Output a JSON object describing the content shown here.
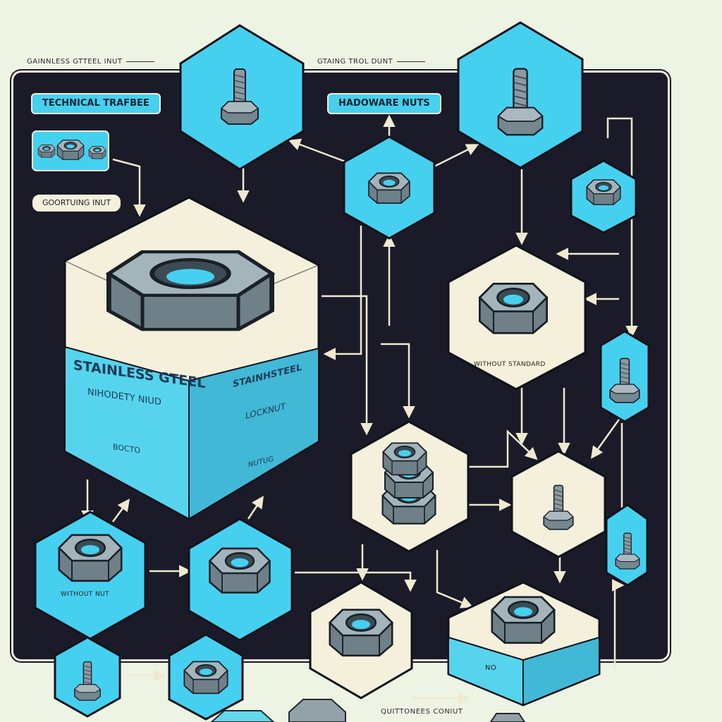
{
  "labels": {
    "top_left": "GAINNLESS GTTEEL INUT",
    "top_center": "GTAING TROL DUNT",
    "tag_technical": "TECHNICAL TRAFBEE",
    "tag_hardware": "HADOWARE NUTS",
    "pill_coordinating": "GOORTUING INUT",
    "block_front_line1": "STAINLESS GTEEL",
    "block_front_line2": "NIHODETY NIUD",
    "block_front_line3": "BOCTO",
    "block_side_line1": "STAINHSTEEL",
    "block_side_line2": "LOCKNUT",
    "block_side_line3": "NUTUG",
    "hex_without_standard": "WITHOUT STANDARD",
    "hex_without_nut": "WITHOUT NUT",
    "block_small_label": "NO",
    "bottom": "QUITTONEES CONIUT"
  },
  "colors": {
    "accent": "#46d0f0",
    "panel": "#1b1a28",
    "cream": "#f2eed9",
    "steel": "#7e8f98"
  },
  "icons": [
    "hex-nut-icon",
    "bolt-icon",
    "stacked-nut-icon",
    "arrow-icon"
  ]
}
